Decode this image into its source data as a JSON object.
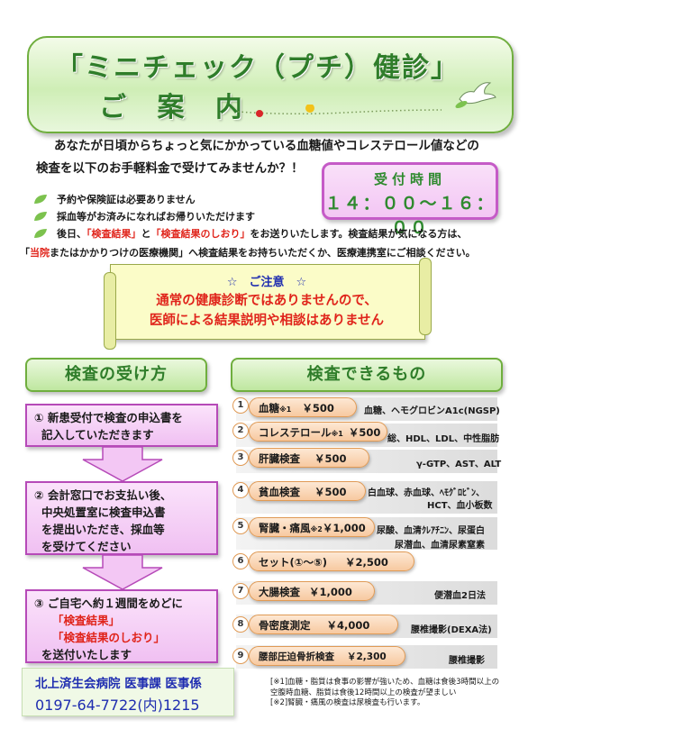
{
  "header": {
    "title_line1": "「ミニチェック（プチ）健診」",
    "title_line2": "ご 案 内"
  },
  "intro": {
    "line1": "あなたが日頃からちょっと気にかかっている血糖値やコレステロール値などの",
    "line2": "検査を以下のお手軽料金で受けてみませんか？！"
  },
  "reception": {
    "label": "受付時間",
    "hours": "１４：００～１６：００"
  },
  "notes": {
    "n1": "予約や保険証は必要ありません",
    "n2": "採血等がお済みになればお帰りいただけます",
    "n3_pre": "後日、",
    "n3_r1": "「検査結果」",
    "n3_mid": "と",
    "n3_r2": "「検査結果のしおり」",
    "n3_post": "をお送りいたします。検査結果が気になる方は、",
    "n4_pre": "「",
    "n4_red": "当院",
    "n4_post": "またはかかりつけの医療機関」へ検査結果をお持ちいただくか、医療連携室にご相談ください。"
  },
  "caution": {
    "title": "☆　ご注意　☆",
    "line1": "通常の健康診断ではありませんので、",
    "line2": "医師による結果説明や相談はありません"
  },
  "sections": {
    "left": "検査の受け方",
    "right": "検査できるもの"
  },
  "steps": {
    "s1_l1": "①  新患受付で検査の申込書を",
    "s1_l2": "記入していただきます",
    "s2_l1": "②  会計窓口でお支払い後、",
    "s2_l2": "中央処置室に検査申込書",
    "s2_l3": "を提出いただき、採血等",
    "s2_l4": "を受けてください",
    "s3_l1": "③  ご自宅へ約１週間をめどに",
    "s3_r1": "「検査結果」",
    "s3_r2": "「検査結果のしおり」",
    "s3_l4": "を送付いたします"
  },
  "contact": {
    "name": "北上済生会病院 医事課 医事係",
    "phone": "0197-64-7722(内)1215"
  },
  "items": [
    {
      "num": "1",
      "name": "血糖",
      "sup": "※1",
      "price": "￥500",
      "desc1": "血糖、ヘモグロビンA1c(NGSP)",
      "desc2": ""
    },
    {
      "num": "2",
      "name": "コレステロール",
      "sup": "※1",
      "price": "￥500",
      "desc1": "総、HDL、LDL、中性脂肪",
      "desc2": ""
    },
    {
      "num": "3",
      "name": "肝臓検査",
      "sup": "",
      "price": "￥500",
      "desc1": "γ-GTP、AST、ALT",
      "desc2": ""
    },
    {
      "num": "4",
      "name": "貧血検査",
      "sup": "",
      "price": "￥500",
      "desc1": "白血球、赤血球、ﾍﾓｸﾞﾛﾋﾞﾝ、",
      "desc2": "HCT、血小板数"
    },
    {
      "num": "5",
      "name": "腎臓・痛風",
      "sup": "※2",
      "price": "￥1,000",
      "desc1": "尿酸、血清ｸﾚｱﾁﾆﾝ、尿蛋白",
      "desc2": "尿潜血、血清尿素窒素"
    },
    {
      "num": "6",
      "name": "セット(①～⑤)",
      "sup": "",
      "price": "￥2,500",
      "desc1": "",
      "desc2": ""
    },
    {
      "num": "7",
      "name": "大腸検査",
      "sup": "",
      "price": "￥1,000",
      "desc1": "便潜血2日法",
      "desc2": ""
    },
    {
      "num": "8",
      "name": "骨密度測定",
      "sup": "",
      "price": "￥4,000",
      "desc1": "腰椎撮影(DEXA法)",
      "desc2": ""
    },
    {
      "num": "9",
      "name": "腰部圧迫骨折検査",
      "sup": "",
      "price": "￥2,300",
      "desc1": "腰椎撮影",
      "desc2": ""
    }
  ],
  "footnote": {
    "l1": "[※1]血糖・脂質は食事の影響が強いため、血糖は食後3時間以上の",
    "l2": "空腹時血糖、脂質は食後12時間以上の検査が望ましい",
    "l3": "[※2]腎臓・痛風の検査は尿検査も行います。"
  },
  "colors": {
    "green": "#2f7d2a",
    "red": "#e0241b",
    "blue": "#1f2db0",
    "pink": "#f0c0f2",
    "orange": "#f7c9a0"
  }
}
